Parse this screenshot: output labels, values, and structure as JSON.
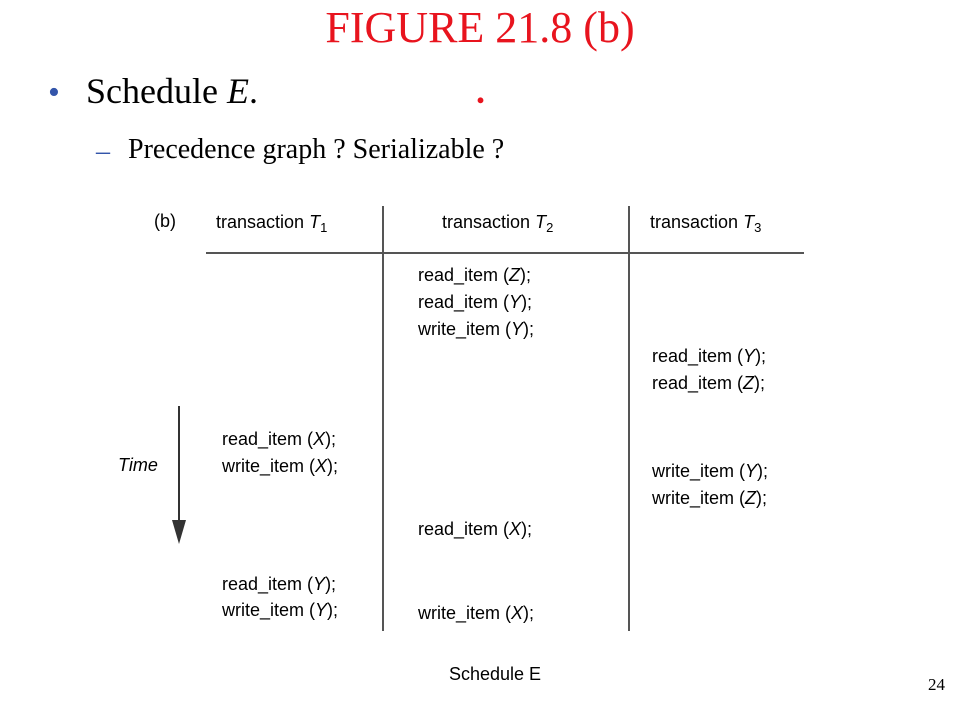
{
  "slide": {
    "title": "FIGURE 21.8 (b)",
    "bullet_prefix": "Schedule ",
    "bullet_italic": "E",
    "bullet_suffix": ".",
    "stray_mark": ".",
    "sub_bullet_dash": "–",
    "sub_bullet": "Precedence graph ? Serializable ?",
    "page_number": "24"
  },
  "figure": {
    "label": "(b)",
    "columns": [
      {
        "prefix": "transaction ",
        "var": "T",
        "sub": "1"
      },
      {
        "prefix": "transaction ",
        "var": "T",
        "sub": "2"
      },
      {
        "prefix": "transaction ",
        "var": "T",
        "sub": "3"
      }
    ],
    "time_label": "Time",
    "caption": "Schedule E",
    "t1_ops": [
      {
        "op": "read_item",
        "var": "X"
      },
      {
        "op": "write_item",
        "var": "X"
      },
      {
        "op": "read_item",
        "var": "Y"
      },
      {
        "op": "write_item",
        "var": "Y"
      }
    ],
    "t2_ops": [
      {
        "op": "read_item",
        "var": "Z"
      },
      {
        "op": "read_item",
        "var": "Y"
      },
      {
        "op": "write_item",
        "var": "Y"
      },
      {
        "op": "read_item",
        "var": "X"
      },
      {
        "op": "write_item",
        "var": "X"
      }
    ],
    "t3_ops": [
      {
        "op": "read_item",
        "var": "Y"
      },
      {
        "op": "read_item",
        "var": "Z"
      },
      {
        "op": "write_item",
        "var": "Y"
      },
      {
        "op": "write_item",
        "var": "Z"
      }
    ]
  }
}
